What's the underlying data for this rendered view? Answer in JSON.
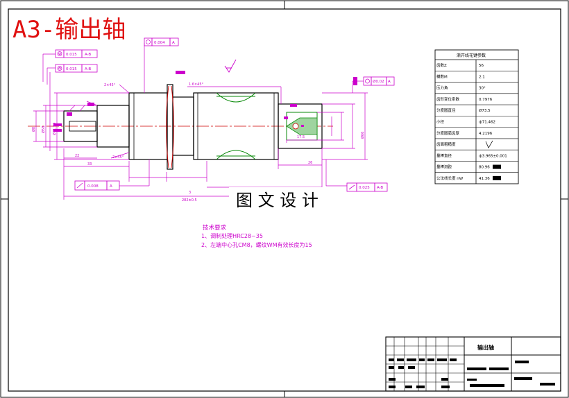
{
  "title": "A3-输出轴",
  "watermark": "图 文 设 计",
  "tech_requirements": {
    "heading": "技术要求",
    "items": [
      "1、调制处理HRC28~35",
      "2、左端中心孔CM8，螺纹WM有效长度为15"
    ]
  },
  "param_table": {
    "heading": "渐开线花键参数",
    "rows": [
      {
        "label": "齿数Z",
        "value": "56"
      },
      {
        "label": "模数M",
        "value": "2.1"
      },
      {
        "label": "压力角",
        "value": "30°"
      },
      {
        "label": "齿形变位系数",
        "value": "0.7976"
      },
      {
        "label": "分度圆直径",
        "value": "Ø73.5"
      },
      {
        "label": "小径",
        "value": "ф71.462"
      },
      {
        "label": "分度圆弧齿厚",
        "value": "4.2196"
      },
      {
        "label": "齿面粗糙度",
        "value": ""
      },
      {
        "label": "量棒直径",
        "value": "ф3.965±0.001"
      },
      {
        "label": "量棒测距",
        "value": "80.96"
      },
      {
        "label": "公法线长度 nW",
        "value": "41.36"
      }
    ]
  },
  "tolerances": {
    "runout_top_1": {
      "value": "0.015",
      "datum": "A-B"
    },
    "runout_top_2": {
      "value": "0.015",
      "datum": "A-B"
    },
    "concentricity_top": {
      "value": "0.004",
      "datum": "A"
    },
    "coaxial_right": {
      "value": "Ø0.02",
      "datum": "A"
    },
    "flatness_bottom_left": {
      "value": "0.008",
      "datum": "A"
    },
    "runout_bottom_right": {
      "value": "0.025",
      "datum": "A-B"
    }
  },
  "dimensions": {
    "chamfer_left": "2×45°",
    "chamfer_left_low": "2×45°",
    "chamfer_right": "1.6×45°",
    "overall_length": "282±0.5",
    "len_step_1": "22",
    "len_step_2": "33",
    "len_keyway": "3",
    "dim_d1": "Ø8",
    "dim_d2": "Ø58",
    "dim_d3": "Ø71.54",
    "dim_d4": "Ø66",
    "len_right_1": "17.5",
    "len_right_2": "26"
  },
  "title_block": {
    "part_name": "输出轴"
  }
}
